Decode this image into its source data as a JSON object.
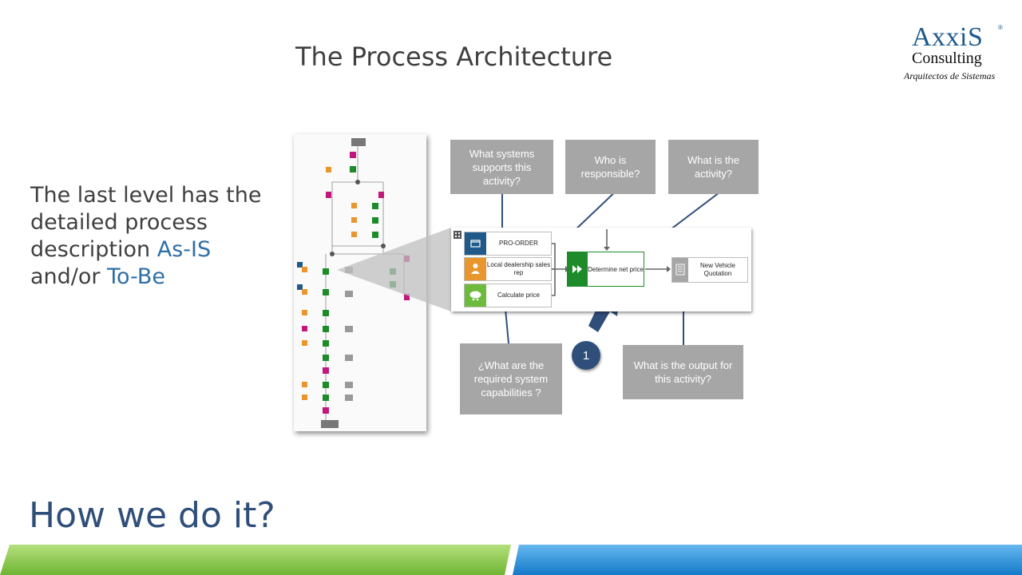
{
  "slide": {
    "title": "The Process Architecture",
    "description": {
      "part1": "The last level has the detailed process description ",
      "as_is": "As-IS",
      "part2": " and/or ",
      "to_be": "To-Be"
    },
    "section_title": "How we do it?"
  },
  "logo": {
    "brand": "AxxiS",
    "registered": "®",
    "consulting": "Consulting",
    "tagline": "Arquitectos de Sistemas"
  },
  "questions": {
    "systems": "What systems supports this activity?",
    "responsible": "Who is responsible?",
    "activity": "What is the activity?",
    "capabilities": "¿What are the required system capabilities ?",
    "output": "What is the output for this activity?"
  },
  "diagram": {
    "system": "PRO-ORDER",
    "role": "Local dealership sales rep",
    "capability": "Calculate price",
    "activity": "Determine net price",
    "output": "New Vehicle Quotation",
    "step_number": "1"
  },
  "colors": {
    "system_icon": "#1f5a8a",
    "role_icon": "#e8962d",
    "capability_icon": "#6cbb3c",
    "activity_green": "#1e8b2a",
    "question_gray": "#a6a6a6",
    "accent_blue": "#2e6ea6",
    "bar_green": "#7cc242",
    "bar_blue": "#1e8ad6"
  },
  "icons": {
    "system": "application-window-icon",
    "role": "person-icon",
    "capability": "cloud-capability-icon",
    "activity": "fast-forward-icon",
    "output": "document-icon"
  }
}
